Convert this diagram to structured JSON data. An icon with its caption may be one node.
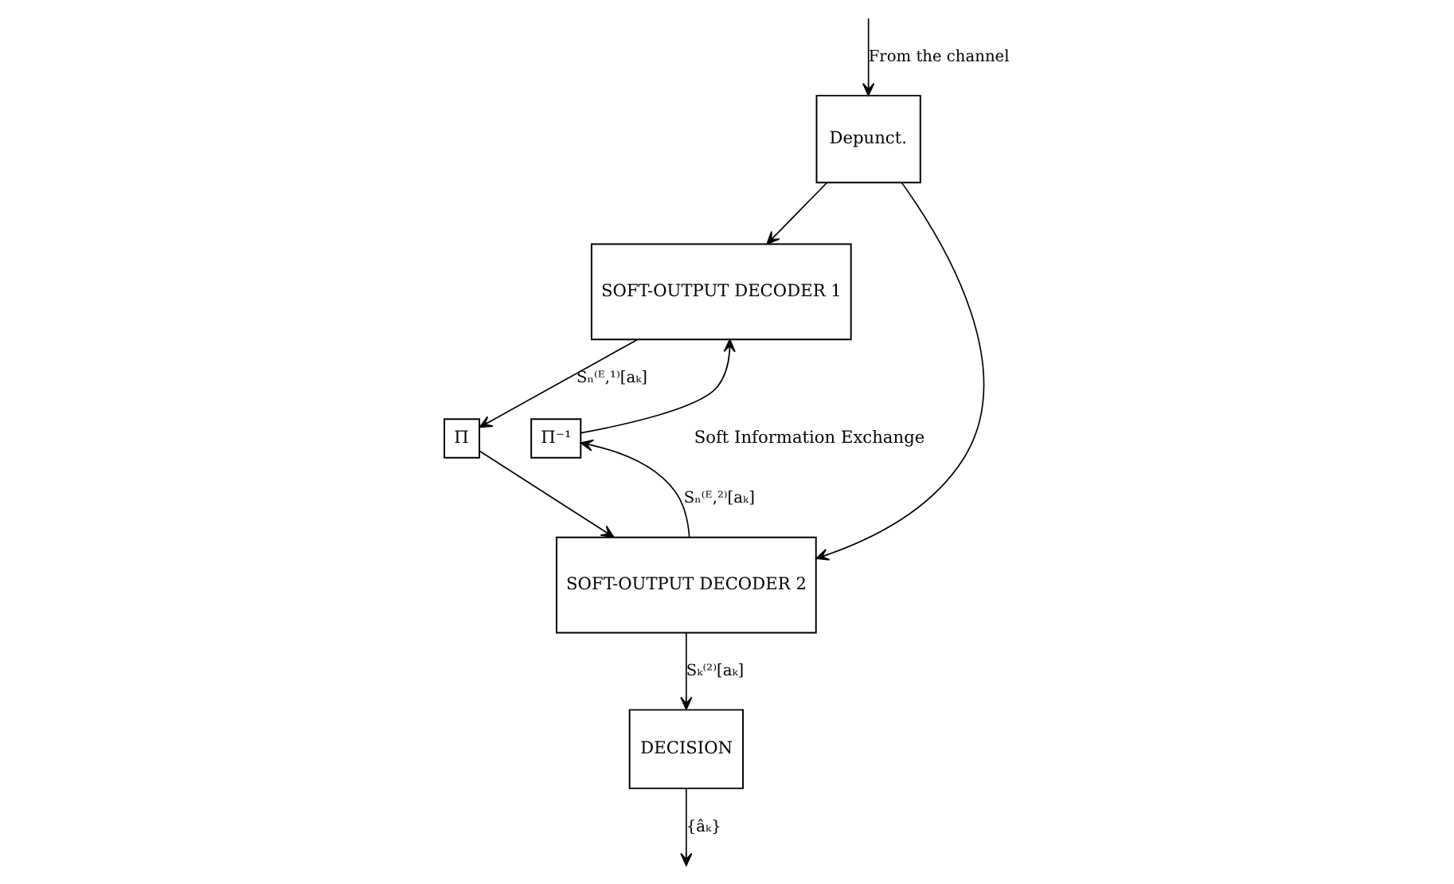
{
  "diagram": {
    "nodes": [
      {
        "text": [
          "Depunct."
        ]
      },
      {
        "text": [
          "SOFT-OUTPUT DECODER 1"
        ]
      },
      {
        "text": [
          "Π"
        ]
      },
      {
        "text": [
          "Π⁻¹"
        ]
      },
      {
        "text": [
          "SOFT-OUTPUT DECODER 2"
        ]
      },
      {
        "text": [
          "DECISION"
        ]
      }
    ],
    "edges": [
      {
        "from": null,
        "to": 0,
        "arrow": "to",
        "label": "From the channel"
      },
      {
        "from": 0,
        "to": 1,
        "arrow": "to"
      },
      {
        "from": 0,
        "to": 4,
        "arrow": "to"
      },
      {
        "from": 1,
        "to": 2,
        "arrow": "to",
        "label": "Sₙ⁽ᴱ,¹⁾[aₖ]"
      },
      {
        "from": 2,
        "to": 4,
        "arrow": "to"
      },
      {
        "from": 4,
        "to": 3,
        "arrow": "to",
        "label": "Sₙ⁽ᴱ,²⁾[aₖ]"
      },
      {
        "from": 3,
        "to": 1,
        "arrow": "to"
      },
      {
        "from": 4,
        "to": 5,
        "arrow": "to",
        "label": "Sₖ⁽²⁾[aₖ]"
      },
      {
        "from": 5,
        "to": null,
        "arrow": "to",
        "label": "{âₖ}"
      }
    ],
    "labels": [
      "Soft Information Exchange"
    ]
  }
}
